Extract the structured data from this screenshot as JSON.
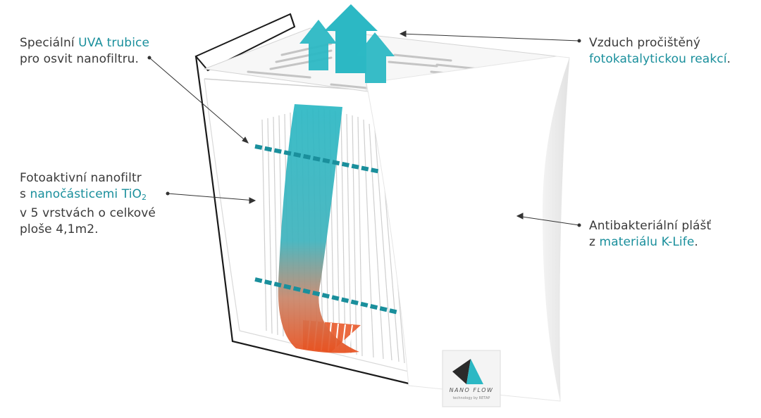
{
  "colors": {
    "accent": "#1a8f9c",
    "arrow_teal": "#2cb8c4",
    "heat_orange": "#e8501e",
    "text": "#3a3a3a",
    "outline": "#1a1a1a"
  },
  "callouts": {
    "uva": {
      "pre": "Speciální ",
      "highlight": "UVA trubice",
      "line2": "pro osvit nanofiltru."
    },
    "air": {
      "line1": "Vzduch pročištěný",
      "highlight": "fotokatalytickou reakcí",
      "post": "."
    },
    "filter": {
      "line1": "Fotoaktivní nanofiltr",
      "line2_pre": "s ",
      "highlight": "nanočásticemi TiO",
      "subscript": "2",
      "line3": "v 5 vrstvách o celkové",
      "line4": "ploše 4,1m2."
    },
    "shell": {
      "line1": "Antibakteriální plášť",
      "pre": "z ",
      "highlight": "materiálu K-Life",
      "post": "."
    }
  },
  "logo": {
    "brand": "NANO FLOW",
    "tagline": "technology by RETAP",
    "icon": "nano-flow-triangle-icon"
  }
}
